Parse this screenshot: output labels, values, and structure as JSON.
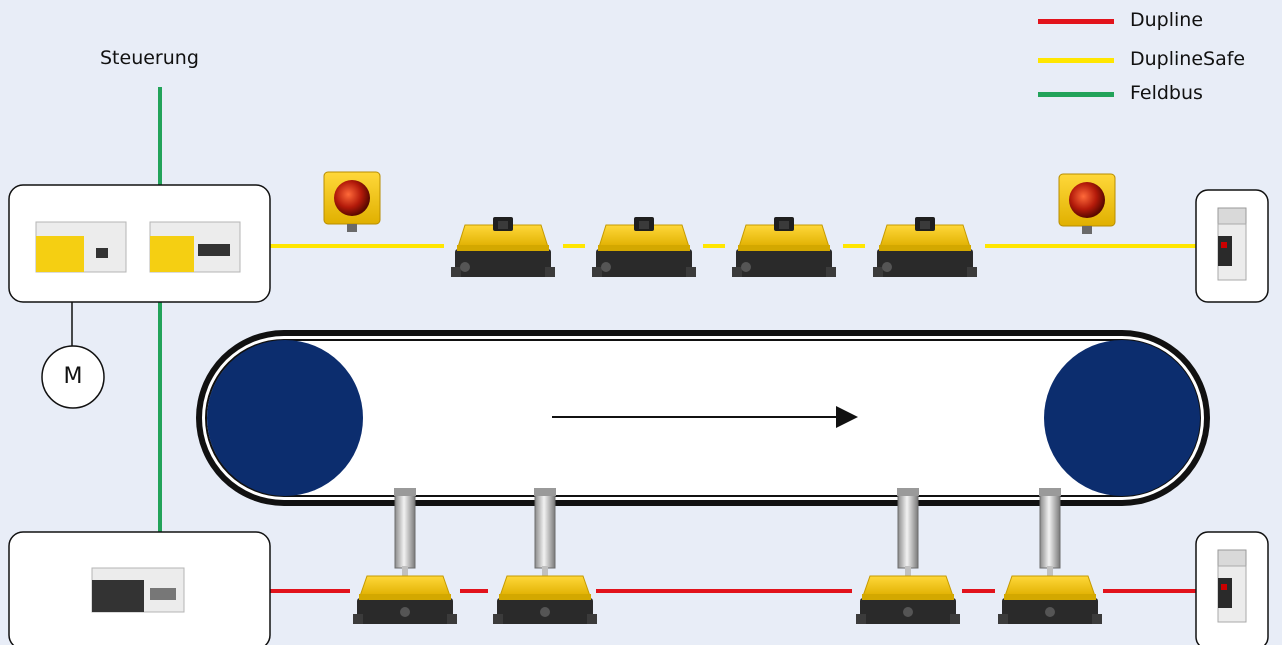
{
  "controller_label": "Steuerung",
  "motor_label": "M",
  "legend": [
    {
      "label": "Dupline",
      "color": "#e2131c"
    },
    {
      "label": "DuplineSafe",
      "color": "#ffe600"
    },
    {
      "label": "Feldbus",
      "color": "#22a35a"
    }
  ],
  "colors": {
    "background": "#e8edf7",
    "roller": "#0c2d6e",
    "device_yellow": "#f2c400",
    "device_body": "#2b2b2b"
  },
  "icons": {
    "conveyor": "conveyor-belt-icon",
    "direction": "arrow-right-icon",
    "emergency_stop": "emergency-stop-button-icon",
    "safety_switch": "safety-interlock-switch-icon",
    "sensor": "cylindrical-sensor-icon",
    "controller_module": "din-rail-module-icon",
    "power_supply": "power-supply-icon",
    "motor": "motor-icon"
  }
}
